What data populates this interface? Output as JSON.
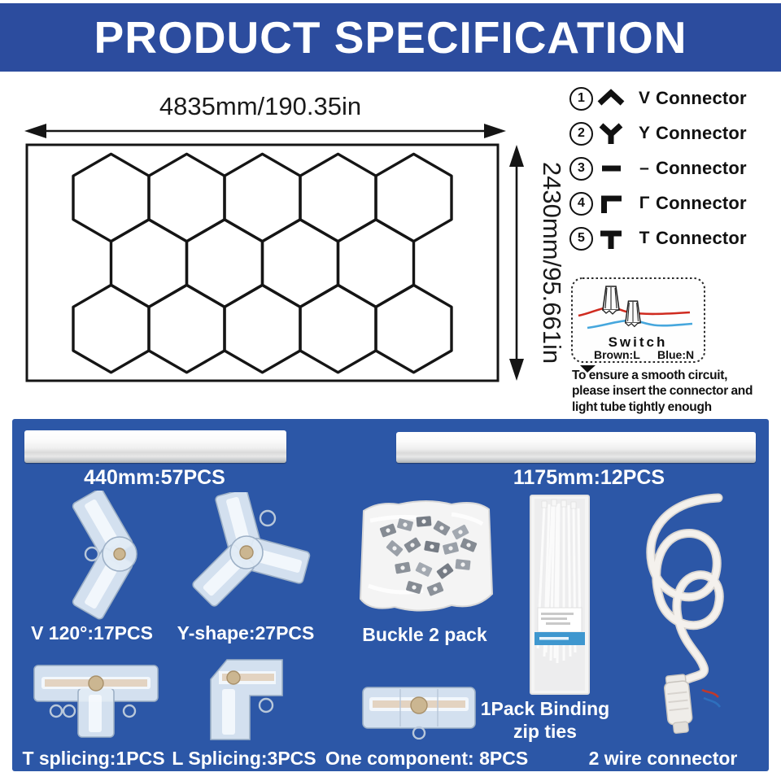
{
  "header": {
    "title": "PRODUCT SPECIFICATION"
  },
  "diagram": {
    "width_label": "4835mm/190.35in",
    "height_label": "2430mm/95.661in",
    "hex_rows": [
      5,
      4,
      5
    ]
  },
  "legend": {
    "items": [
      {
        "num": "1",
        "letter": "V",
        "label": "Connector"
      },
      {
        "num": "2",
        "letter": "Y",
        "label": "Connector"
      },
      {
        "num": "3",
        "letter": "–",
        "label": "Connector"
      },
      {
        "num": "4",
        "letter": "Γ",
        "label": "Connector"
      },
      {
        "num": "5",
        "letter": "T",
        "label": "Connector"
      }
    ]
  },
  "switch_box": {
    "title": "Switch",
    "brown_label": "Brown:L",
    "blue_label": "Blue:N",
    "note_lines": [
      "To ensure a smooth circuit,",
      "please insert the connector and",
      "light tube tightly enough"
    ]
  },
  "kit": {
    "tube_short_label": "440mm:57PCS",
    "tube_long_label": "1175mm:12PCS",
    "v_connector_label": "V 120°:17PCS",
    "y_connector_label": "Y-shape:27PCS",
    "buckle_label": "Buckle 2 pack",
    "zip_ties_label_line1": "1Pack Binding",
    "zip_ties_label_line2": "zip ties",
    "t_splicing_label": "T splicing:1PCS",
    "l_splicing_label": "L Splicing:3PCS",
    "one_component_label": "One component: 8PCS",
    "wire_connector_label": "2 wire connector"
  },
  "colors": {
    "banner_blue": "#2c4c9e",
    "panel_blue": "#2c57a7",
    "wire_red": "#cf2b20",
    "wire_blue": "#46a7dd"
  }
}
